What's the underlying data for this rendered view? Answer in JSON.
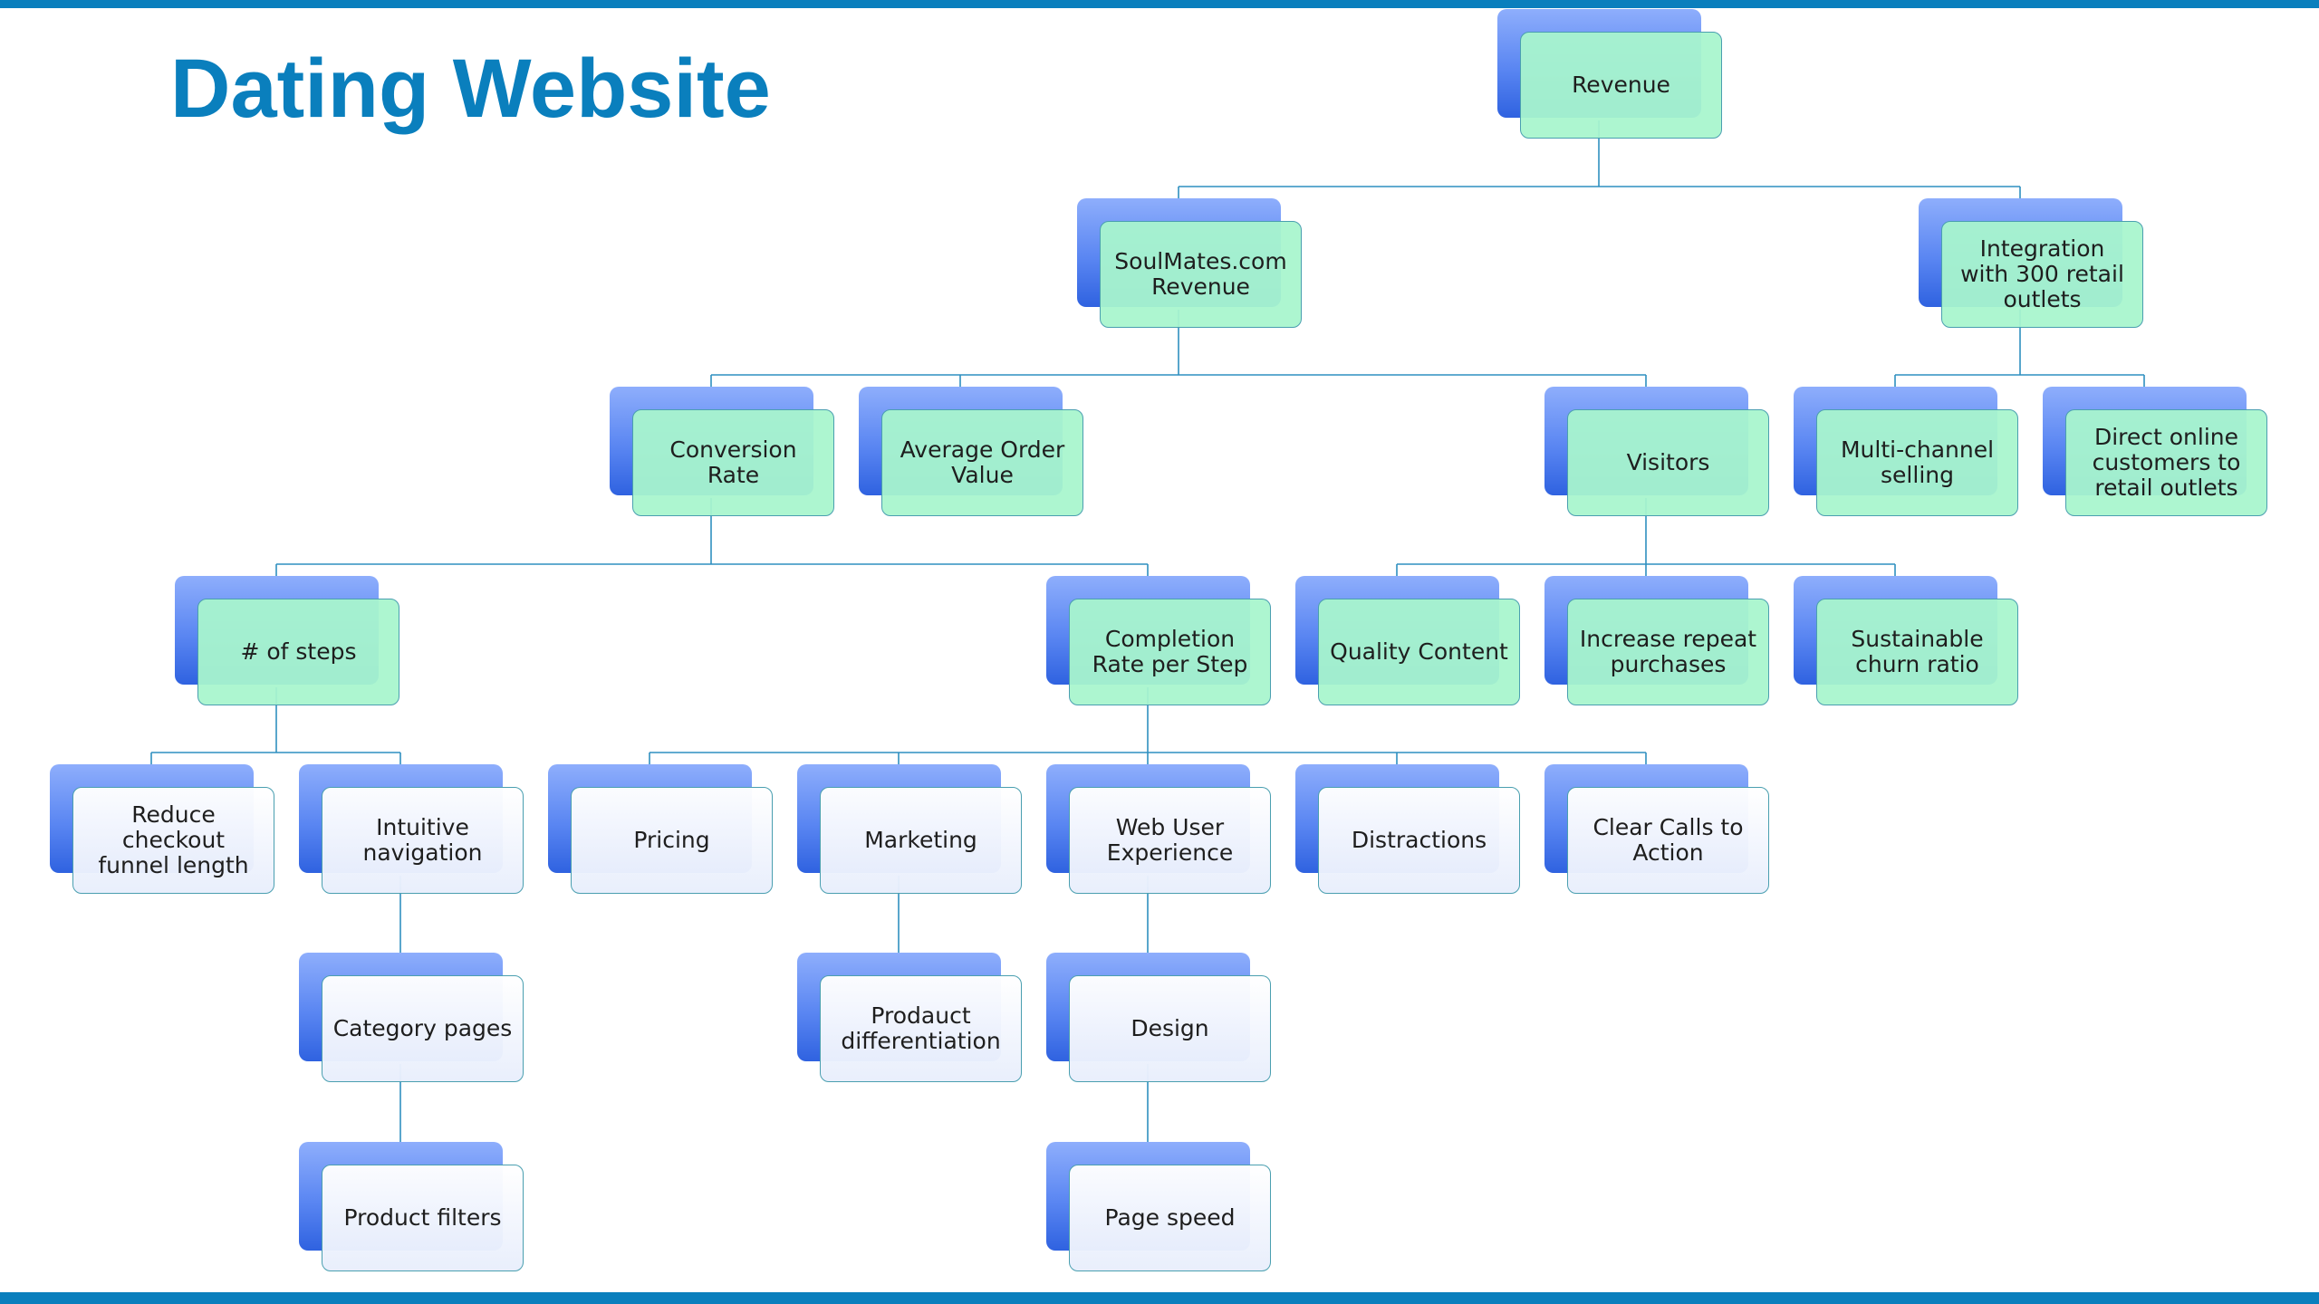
{
  "title": "Dating Website",
  "nodes": [
    {
      "id": "revenue",
      "label": "Revenue",
      "style": "green"
    },
    {
      "id": "soulmates",
      "label": "SoulMates.com\nRevenue",
      "style": "green"
    },
    {
      "id": "integration",
      "label": "Integration\nwith 300 retail\noutlets",
      "style": "green"
    },
    {
      "id": "conversion",
      "label": "Conversion\nRate",
      "style": "green"
    },
    {
      "id": "aov",
      "label": "Average Order\nValue",
      "style": "green"
    },
    {
      "id": "visitors",
      "label": "Visitors",
      "style": "green"
    },
    {
      "id": "multichannel",
      "label": "Multi-channel\nselling",
      "style": "green"
    },
    {
      "id": "direct",
      "label": "Direct online\ncustomers to\nretail outlets",
      "style": "green"
    },
    {
      "id": "steps",
      "label": "# of steps",
      "style": "green"
    },
    {
      "id": "completion",
      "label": "Completion\nRate per Step",
      "style": "green"
    },
    {
      "id": "quality",
      "label": "Quality Content",
      "style": "green"
    },
    {
      "id": "repeat",
      "label": "Increase repeat\npurchases",
      "style": "green"
    },
    {
      "id": "churn",
      "label": "Sustainable\nchurn ratio",
      "style": "green"
    },
    {
      "id": "reduce",
      "label": "Reduce\ncheckout\nfunnel length",
      "style": "light"
    },
    {
      "id": "intuitive",
      "label": "Intuitive\nnavigation",
      "style": "light"
    },
    {
      "id": "pricing",
      "label": "Pricing",
      "style": "light"
    },
    {
      "id": "marketing",
      "label": "Marketing",
      "style": "light"
    },
    {
      "id": "webux",
      "label": "Web User\nExperience",
      "style": "light"
    },
    {
      "id": "distractions",
      "label": "Distractions",
      "style": "light"
    },
    {
      "id": "cta",
      "label": "Clear Calls to\nAction",
      "style": "light"
    },
    {
      "id": "category",
      "label": "Category pages",
      "style": "light"
    },
    {
      "id": "prodiff",
      "label": "Prodauct\ndifferentiation",
      "style": "light"
    },
    {
      "id": "design",
      "label": "Design",
      "style": "light"
    },
    {
      "id": "filters",
      "label": "Product filters",
      "style": "light"
    },
    {
      "id": "speed",
      "label": "Page speed",
      "style": "light"
    }
  ],
  "edges": [
    [
      "revenue",
      "soulmates"
    ],
    [
      "revenue",
      "integration"
    ],
    [
      "soulmates",
      "conversion"
    ],
    [
      "soulmates",
      "aov"
    ],
    [
      "soulmates",
      "visitors"
    ],
    [
      "integration",
      "multichannel"
    ],
    [
      "integration",
      "direct"
    ],
    [
      "conversion",
      "steps"
    ],
    [
      "conversion",
      "completion"
    ],
    [
      "visitors",
      "quality"
    ],
    [
      "visitors",
      "repeat"
    ],
    [
      "visitors",
      "churn"
    ],
    [
      "steps",
      "reduce"
    ],
    [
      "steps",
      "intuitive"
    ],
    [
      "completion",
      "pricing"
    ],
    [
      "completion",
      "marketing"
    ],
    [
      "completion",
      "webux"
    ],
    [
      "completion",
      "distractions"
    ],
    [
      "completion",
      "cta"
    ],
    [
      "intuitive",
      "category"
    ],
    [
      "category",
      "filters"
    ],
    [
      "marketing",
      "prodiff"
    ],
    [
      "webux",
      "design"
    ],
    [
      "design",
      "speed"
    ]
  ],
  "colors": {
    "accent": "#0a7fbd",
    "connector": "#2f8fc0",
    "green_fill": "#a8f5cd",
    "blue_back": "#5a86f2"
  }
}
